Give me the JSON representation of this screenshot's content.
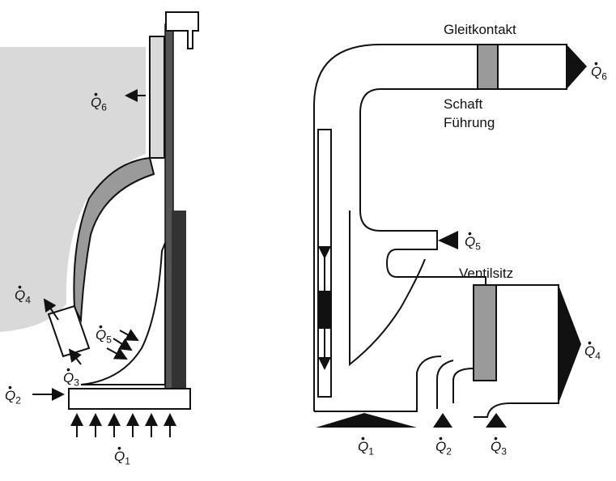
{
  "labels": {
    "gleitkontakt": "Gleitkontakt",
    "schaft": "Schaft",
    "fuehrung": "Führung",
    "ventilsitz": "Ventilsitz"
  },
  "heat_flows": [
    {
      "id": "q1",
      "symbol": "Q",
      "sub": "1"
    },
    {
      "id": "q2",
      "symbol": "Q",
      "sub": "2"
    },
    {
      "id": "q3",
      "symbol": "Q",
      "sub": "3"
    },
    {
      "id": "q4",
      "symbol": "Q",
      "sub": "4"
    },
    {
      "id": "q5",
      "symbol": "Q",
      "sub": "5"
    },
    {
      "id": "q6",
      "symbol": "Q",
      "sub": "6"
    }
  ],
  "colors": {
    "ink": "#111111",
    "fill_light": "#d9d9d9",
    "fill_mid": "#9a9a9a",
    "fill_dark": "#555555",
    "background": "#ffffff"
  }
}
